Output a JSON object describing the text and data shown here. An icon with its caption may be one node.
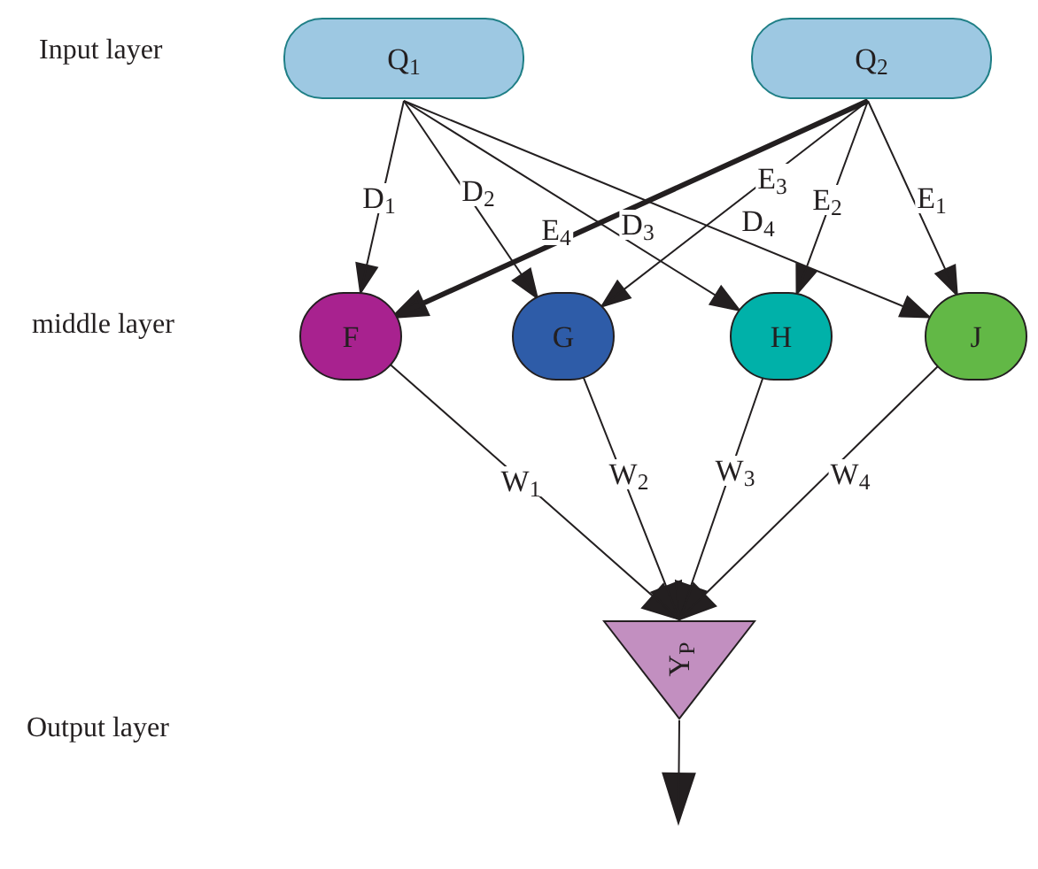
{
  "diagram": {
    "nodes": [
      {
        "text": [
          "Q$_{1}$"
        ]
      },
      {
        "text": [
          "Q$_{2}$"
        ]
      },
      {
        "text": [
          "F"
        ]
      },
      {
        "text": [
          "G"
        ]
      },
      {
        "text": [
          "H"
        ]
      },
      {
        "text": [
          "J"
        ]
      },
      {
        "text": [
          "Y$_{P}$"
        ]
      }
    ],
    "edges": [
      {
        "from": 0,
        "to": 2,
        "arrow": "to",
        "label": "D$_{1}$"
      },
      {
        "from": 0,
        "to": 3,
        "arrow": "to",
        "label": "D$_{2}$"
      },
      {
        "from": 0,
        "to": 4,
        "arrow": "to",
        "label": "D$_{3}$"
      },
      {
        "from": 0,
        "to": 5,
        "arrow": "to",
        "label": "D$_{4}$"
      },
      {
        "from": 1,
        "to": 2,
        "arrow": "to",
        "label": "E$_{4}$",
        "style": "thick"
      },
      {
        "from": 1,
        "to": 3,
        "arrow": "to",
        "label": "E$_{3}$"
      },
      {
        "from": 1,
        "to": 4,
        "arrow": "to",
        "label": "E$_{2}$"
      },
      {
        "from": 1,
        "to": 5,
        "arrow": "to",
        "label": "E$_{1}$"
      },
      {
        "from": 2,
        "to": 6,
        "arrow": "to",
        "label": "W$_{1}$"
      },
      {
        "from": 3,
        "to": 6,
        "arrow": "to",
        "label": "W$_{2}$"
      },
      {
        "from": 4,
        "to": 6,
        "arrow": "to",
        "label": "W$_{3}$"
      },
      {
        "from": 5,
        "to": 6,
        "arrow": "to",
        "label": "W$_{4}$"
      },
      {
        "from": 6,
        "to": null,
        "arrow": "to"
      }
    ],
    "labels": [
      "Input layer",
      "middle layer",
      "Output layer"
    ]
  }
}
